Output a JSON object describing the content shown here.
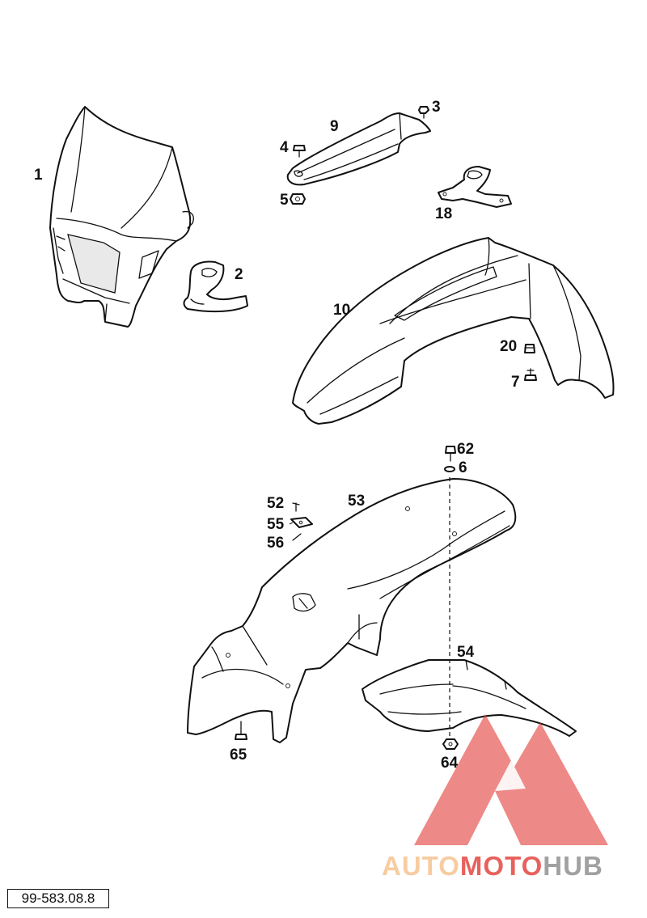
{
  "diagram_code": "99-583.08.8",
  "callouts": {
    "p1": "1",
    "p2": "2",
    "p3": "3",
    "p4": "4",
    "p5": "5",
    "p6": "6",
    "p7": "7",
    "p9": "9",
    "p10": "10",
    "p18": "18",
    "p20": "20",
    "p52": "52",
    "p53": "53",
    "p54": "54",
    "p55": "55",
    "p56": "56",
    "p62": "62",
    "p64": "64",
    "p65": "65"
  },
  "watermark": {
    "part1": "AUTO",
    "part2": "MOTO",
    "part3": "HUB",
    "color_light": "#f6c08a",
    "color_accent": "#e23b35",
    "color_dark": "#8a8a8a"
  }
}
